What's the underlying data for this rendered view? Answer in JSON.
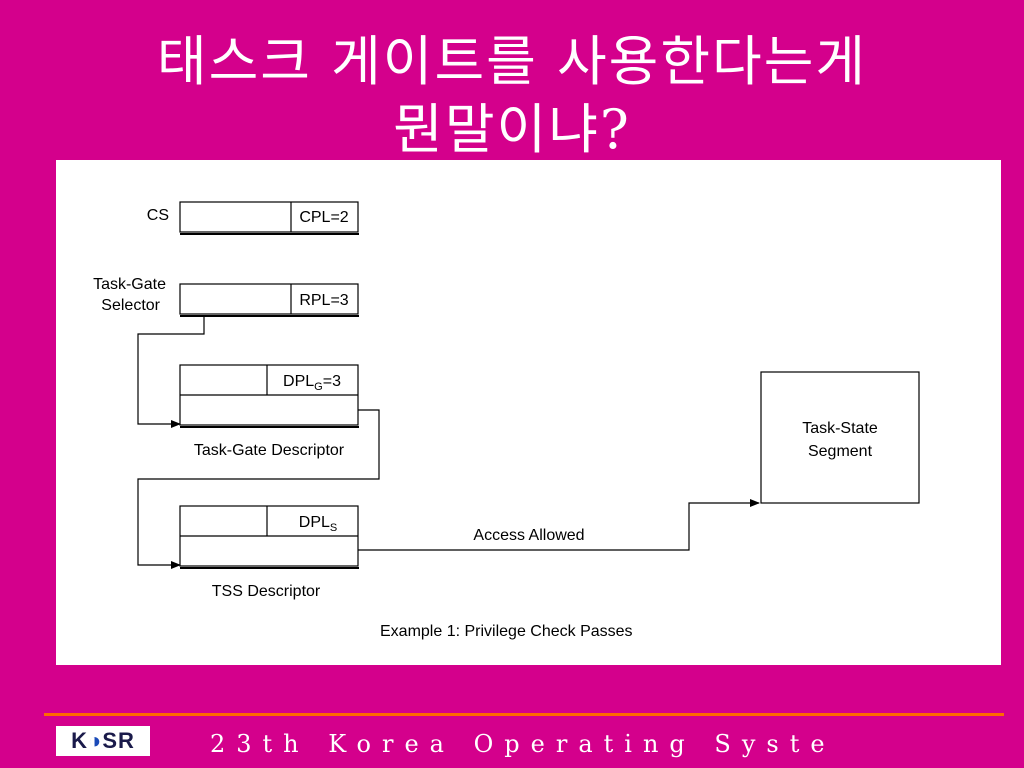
{
  "slide": {
    "title_line1": "태스크 게이트를 사용한다는게",
    "title_line2": "뭔말이냐?"
  },
  "diagram": {
    "cs_label": "CS",
    "cpl_field": "CPL=2",
    "selector_label_line1": "Task-Gate",
    "selector_label_line2": "Selector",
    "rpl_field": "RPL=3",
    "dplg_main": "DPL",
    "dplg_sub": "G",
    "dplg_value": "=3",
    "task_gate_descriptor_label": "Task-Gate Descriptor",
    "dpls_main": "DPL",
    "dpls_sub": "S",
    "tss_descriptor_label": "TSS Descriptor",
    "access_label": "Access Allowed",
    "tss_box_line1": "Task-State",
    "tss_box_line2": "Segment",
    "caption": "Example 1: Privilege Check Passes"
  },
  "footer": {
    "logo_k": "K",
    "logo_mark": "◑",
    "logo_sr": "SR",
    "text": "23th Korea Operating Syste"
  },
  "colors": {
    "background": "#d4008c",
    "footer_rule": "#ff6a00",
    "title_text": "#ffffff"
  }
}
